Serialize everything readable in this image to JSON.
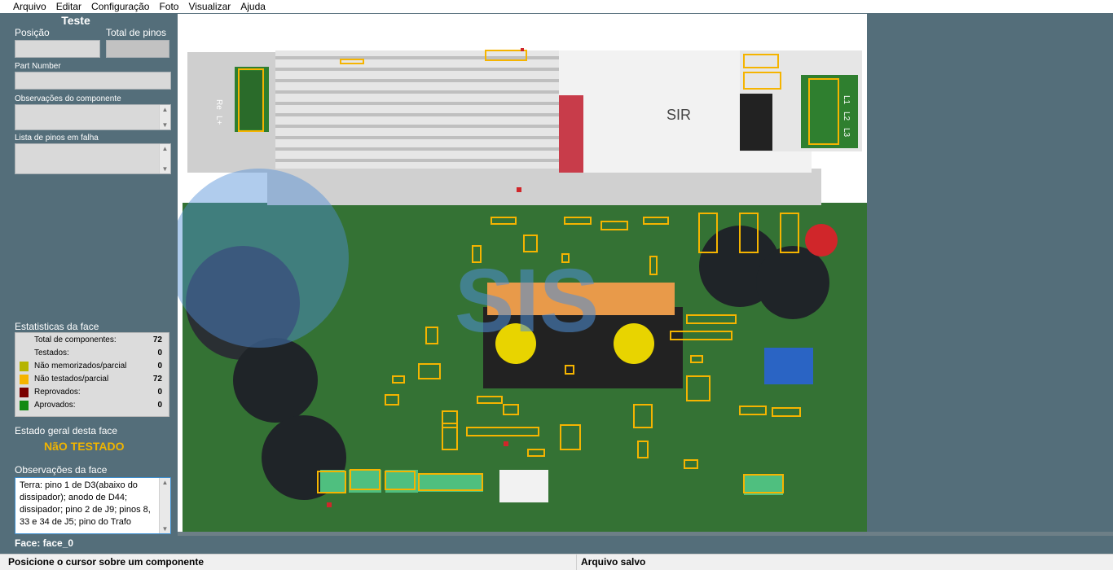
{
  "menu": [
    "Arquivo",
    "Editar",
    "Configuração",
    "Foto",
    "Visualizar",
    "Ajuda"
  ],
  "panel": {
    "title": "Teste",
    "position_label": "Posição",
    "total_pins_label": "Total de pinos",
    "part_number_label": "Part Number",
    "component_notes_label": "Observações do componente",
    "failed_pins_label": "Lista de pinos em falha"
  },
  "stats": {
    "header": "Estatisticas da face",
    "rows": [
      {
        "label": "Total de componentes:",
        "value": "72",
        "color": ""
      },
      {
        "label": "Testados:",
        "value": "0",
        "color": ""
      },
      {
        "label": "Não memorizados/parcial",
        "value": "0",
        "color": "#b5b400"
      },
      {
        "label": "Não testados/parcial",
        "value": "72",
        "color": "#f5b400"
      },
      {
        "label": "Reprovados:",
        "value": "0",
        "color": "#7a0000"
      },
      {
        "label": "Aprovados:",
        "value": "0",
        "color": "#138a13"
      }
    ]
  },
  "face_state": {
    "label": "Estado geral desta face",
    "value": "NãO TESTADO"
  },
  "face_notes": {
    "label": "Observações da face",
    "text": "Terra: pino 1 de D3(abaixo do dissipador); anodo de D44; dissipador;  pino 2 de J9; pinos 8, 33 e 34 de J5; pino do Trafo"
  },
  "face_name": "Face: face_0",
  "status": {
    "left": "Posicione o cursor sobre um componente",
    "right": "Arquivo salvo"
  },
  "photo": {
    "watermark": "SIS",
    "inset_left_labels": [
      "Re",
      "L+"
    ],
    "inset_right_labels": [
      "L1",
      "L2",
      "L3"
    ],
    "inset_text": "SIR",
    "marker_color": "#f5b400"
  }
}
